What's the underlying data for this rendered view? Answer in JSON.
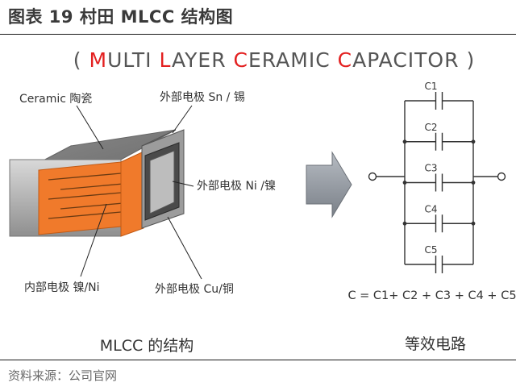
{
  "figure_title": "图表 19 村田 MLCC 结构图",
  "source": "资料来源：公司官网",
  "header": {
    "open": "(",
    "parts": [
      {
        "first": "M",
        "rest": "ULTI"
      },
      {
        "first": "L",
        "rest": "AYER "
      },
      {
        "first": "C",
        "rest": "ERAMIC "
      },
      {
        "first": "C",
        "rest": "APACITOR"
      }
    ],
    "close": ")"
  },
  "labels": {
    "ceramic": "Ceramic 陶瓷",
    "sn": "外部电极 Sn / 锡",
    "ni": "外部电极 Ni /镍",
    "inner": "内部电极 镍/Ni",
    "cu": "外部电极 Cu/铜",
    "structure_caption": "MLCC 的结构",
    "equivalent_caption": "等效电路"
  },
  "capacitors": [
    "C1",
    "C2",
    "C3",
    "C4",
    "C5"
  ],
  "formula": "C = C1+ C2 + C3 + C4 + C5",
  "colors": {
    "accent_red": "#e32020",
    "ceramic_orange": "#f07a2b",
    "body_gray": "#a9a9a9",
    "arrow_gray": "#8c9199"
  }
}
